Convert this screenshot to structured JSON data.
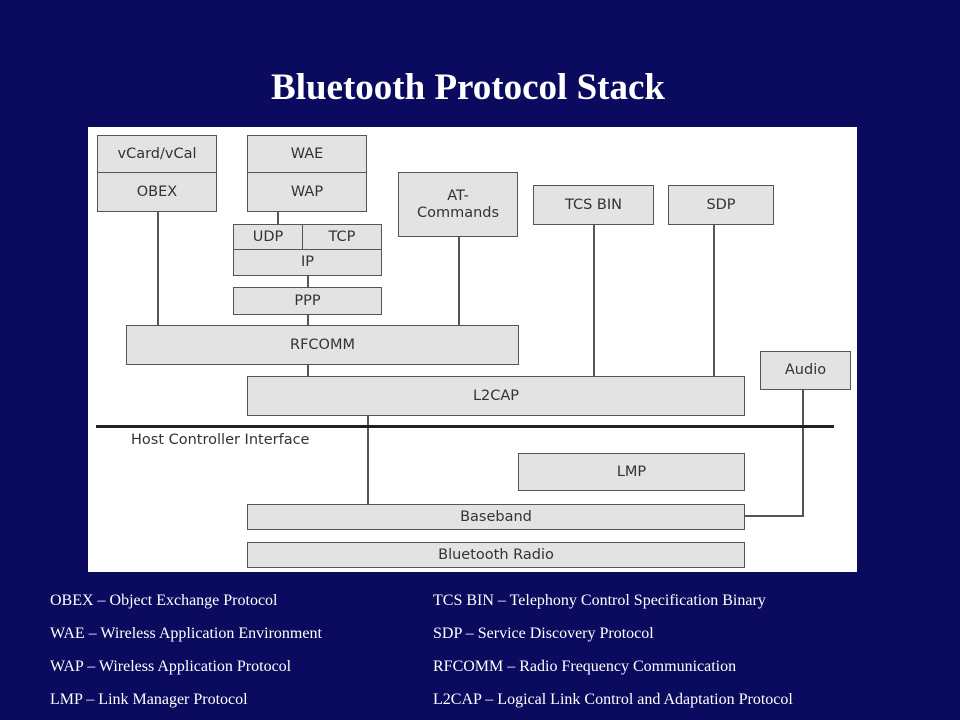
{
  "title": "Bluetooth Protocol Stack",
  "diagram": {
    "boxes": {
      "vcard": "vCard/vCal",
      "obex": "OBEX",
      "wae": "WAE",
      "wap": "WAP",
      "udp": "UDP",
      "tcp": "TCP",
      "ip": "IP",
      "ppp": "PPP",
      "at_commands": "AT-\nCommands",
      "tcs_bin": "TCS BIN",
      "sdp": "SDP",
      "rfcomm": "RFCOMM",
      "audio": "Audio",
      "l2cap": "L2CAP",
      "lmp": "LMP",
      "baseband": "Baseband",
      "bluetooth_radio": "Bluetooth Radio"
    },
    "hci_label": "Host Controller Interface"
  },
  "legend": {
    "left": [
      "OBEX – Object Exchange Protocol",
      "WAE – Wireless Application Environment",
      "WAP – Wireless Application Protocol",
      "LMP – Link Manager Protocol"
    ],
    "right": [
      "TCS BIN – Telephony Control Specification Binary",
      "SDP – Service Discovery Protocol",
      "RFCOMM – Radio Frequency Communication",
      "L2CAP – Logical Link Control and Adaptation Protocol"
    ]
  }
}
